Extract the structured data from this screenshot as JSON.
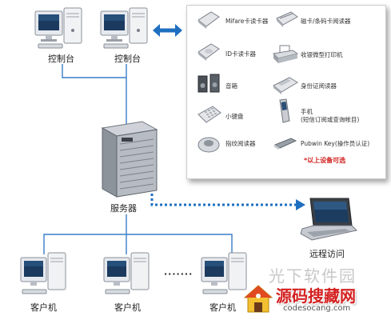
{
  "consoles": [
    {
      "label": "控制台"
    },
    {
      "label": "控制台"
    }
  ],
  "server": {
    "label": "服务器"
  },
  "remote": {
    "label": "远程访问"
  },
  "clients": [
    {
      "label": "客户机"
    },
    {
      "label": "客户机"
    },
    {
      "label": "客户机"
    }
  ],
  "ellipsis": "·······",
  "peripherals": [
    {
      "label": "Mifare卡读卡器",
      "icon": "card-reader-icon"
    },
    {
      "label": "磁卡/条码卡阅读器",
      "icon": "magnetic-barcode-reader-icon"
    },
    {
      "label": "ID卡读卡器",
      "icon": "id-card-reader-icon"
    },
    {
      "label": "收银微型打印机",
      "icon": "receipt-printer-icon"
    },
    {
      "label": "音箱",
      "icon": "speaker-icon"
    },
    {
      "label": "身份证阅读器",
      "icon": "id-document-reader-icon"
    },
    {
      "label": "小键盘",
      "icon": "keypad-icon"
    },
    {
      "label": "手机",
      "sub": "(短信订阅或查询帐目)",
      "icon": "mobile-phone-icon"
    },
    {
      "label": "指纹阅读器",
      "icon": "fingerprint-reader-icon"
    },
    {
      "label": "Pubwin Key(操作员认证)",
      "icon": "usb-key-icon"
    }
  ],
  "note": "*以上设备可选",
  "watermark": {
    "ghost": "光下软件园",
    "brand": "源码搜藏网",
    "url": "codesocang.com"
  },
  "colors": {
    "arrow": "#1e6fc0",
    "line": "#3a7ec8",
    "note": "#d0201e",
    "brand": "#d42020"
  }
}
